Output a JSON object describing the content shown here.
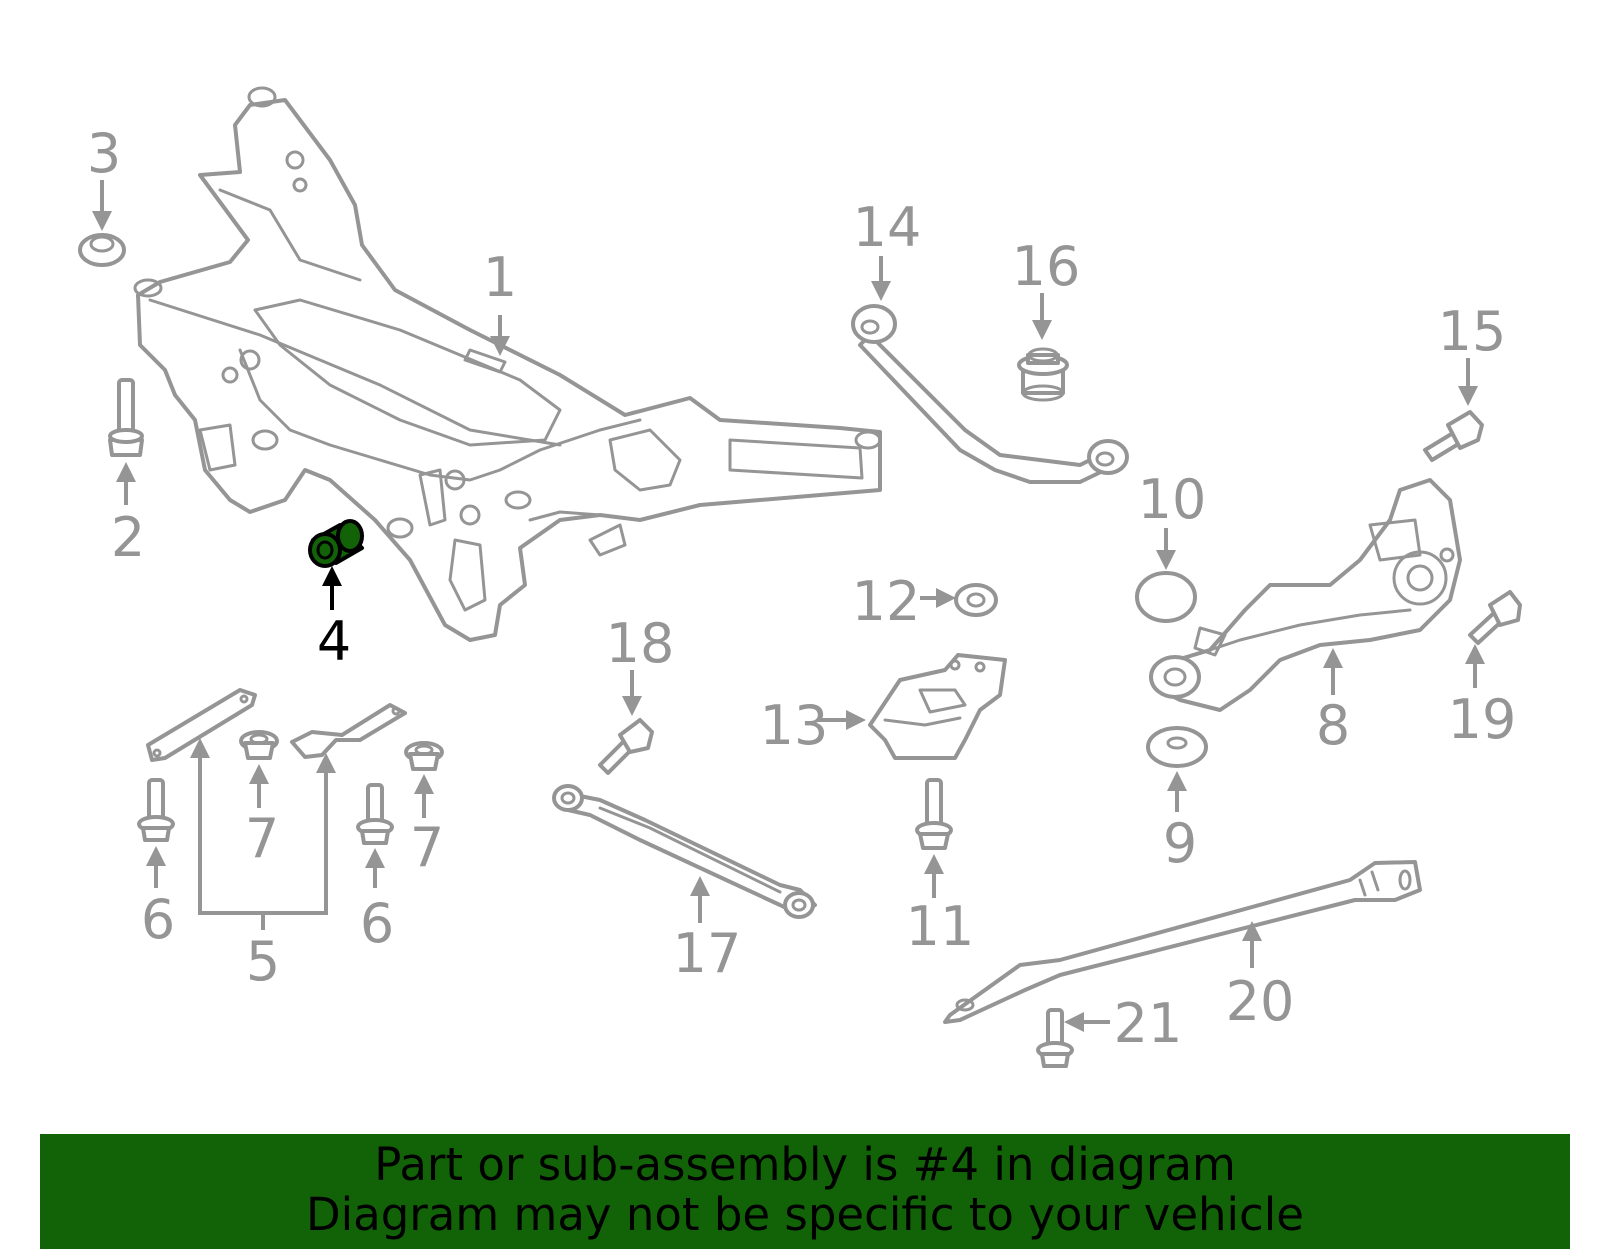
{
  "diagram": {
    "highlighted_part": "4",
    "highlight_color": "#126307",
    "line_color": "#959595",
    "callouts": [
      "1",
      "2",
      "3",
      "4",
      "5",
      "6",
      "6",
      "7",
      "7",
      "8",
      "9",
      "10",
      "11",
      "12",
      "13",
      "14",
      "15",
      "16",
      "17",
      "18",
      "19",
      "20",
      "21"
    ]
  },
  "banner": {
    "line1": "Part or sub-assembly is #4 in diagram",
    "line2": "Diagram may not be specific to your vehicle",
    "background": "#126307"
  }
}
